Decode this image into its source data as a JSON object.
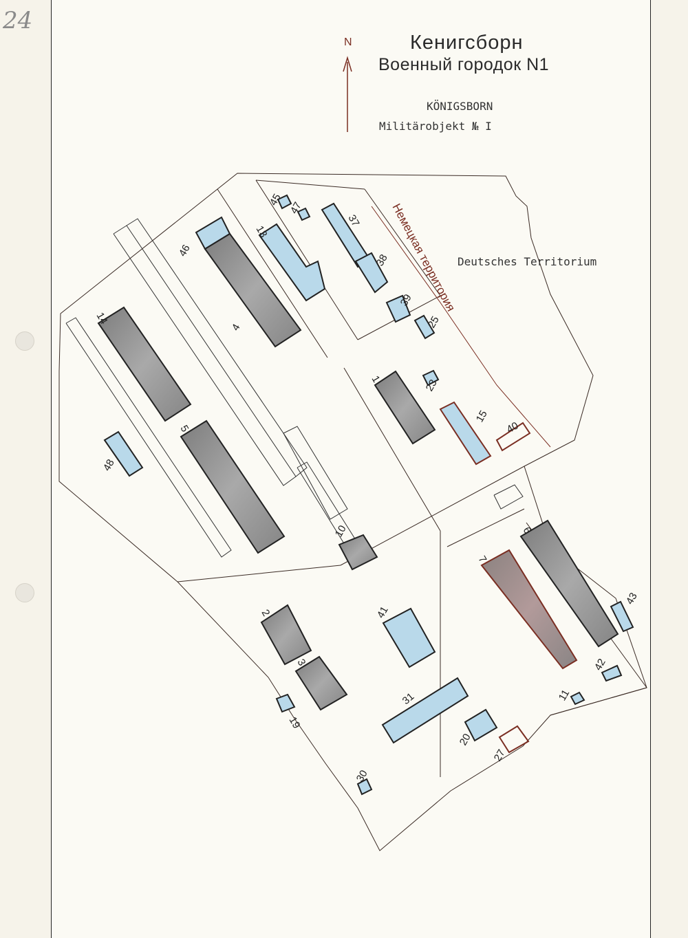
{
  "page": {
    "page_number": "24",
    "title_ru_line1": "Кенигсборн",
    "title_ru_line2": "Военный городок N1",
    "title_de_line1": "KÖNIGSBORN",
    "title_de_line2": "Militärobjekt № I"
  },
  "map": {
    "north_label": "N",
    "german_territory_de": "Deutsches Territorium",
    "german_territory_ru": "Немецкая территория",
    "colors": {
      "outline": "#222222",
      "red_outline": "#7a2e22",
      "building_gray": "#8f8f8f",
      "building_blue": "#b9d9ea"
    },
    "buildings": [
      "1",
      "2",
      "3",
      "4",
      "5",
      "6",
      "7",
      "10",
      "11",
      "13",
      "14",
      "15",
      "19",
      "20",
      "23",
      "25",
      "27",
      "30",
      "31",
      "37",
      "38",
      "39",
      "40",
      "41",
      "42",
      "43",
      "45",
      "46",
      "47",
      "48"
    ]
  }
}
